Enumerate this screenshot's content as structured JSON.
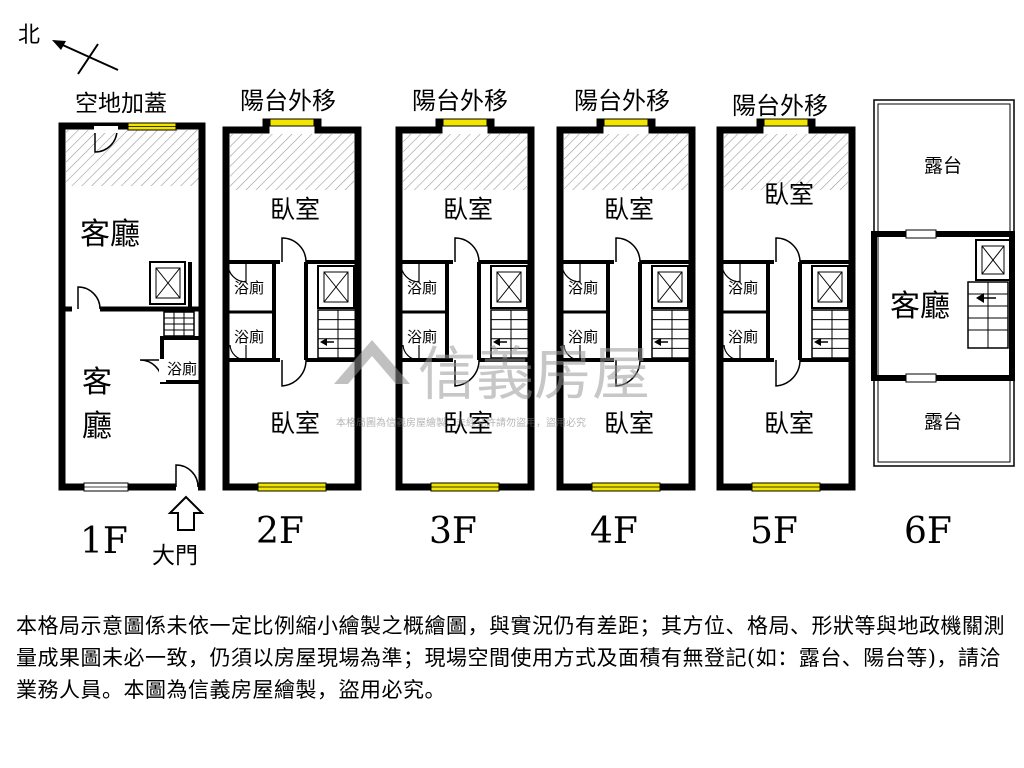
{
  "compass": {
    "label": "北"
  },
  "top_labels": {
    "f1": "空地加蓋",
    "f2": "陽台外移",
    "f3": "陽台外移",
    "f4": "陽台外移",
    "f5": "陽台外移"
  },
  "floors": [
    "1F",
    "2F",
    "3F",
    "4F",
    "5F",
    "6F"
  ],
  "rooms": {
    "f1_living_top": "客廳",
    "f1_living_bottom_1": "客",
    "f1_living_bottom_2": "廳",
    "f1_bath": "浴廁",
    "f1_entrance": "大門",
    "f2_bed_top": "臥室",
    "f2_bath_1": "浴廁",
    "f2_bath_2": "浴廁",
    "f2_bed_bottom": "臥室",
    "f3_bed_top": "臥室",
    "f3_bath_1": "浴廁",
    "f3_bath_2": "浴廁",
    "f3_bed_bottom": "臥室",
    "f4_bed_top": "臥室",
    "f4_bath_1": "浴廁",
    "f4_bath_2": "浴廁",
    "f4_bed_bottom": "臥室",
    "f5_bed_top": "臥室",
    "f5_bath_1": "浴廁",
    "f5_bath_2": "浴廁",
    "f5_bed_bottom": "臥室",
    "f6_terrace_top": "露台",
    "f6_living": "客廳",
    "f6_terrace_bottom": "露台"
  },
  "watermark": {
    "brand": "信義房屋",
    "notice": "本格局圖為信義房屋繪製，未經允許請勿盜用，盜用必究"
  },
  "disclaimer": "本格局示意圖係未依一定比例縮小繪製之概繪圖，與實況仍有差距；其方位、格局、形狀等與地政機關測量成果圖未必一致，仍須以房屋現場為準；現場空間使用方式及面積有無登記(如：露台、陽台等)，請洽業務人員。本圖為信義房屋繪製，盜用必究。",
  "colors": {
    "wall": "#000000",
    "window": "#f2e600",
    "hatch": "#999999",
    "watermark": "#b4b4b4"
  }
}
